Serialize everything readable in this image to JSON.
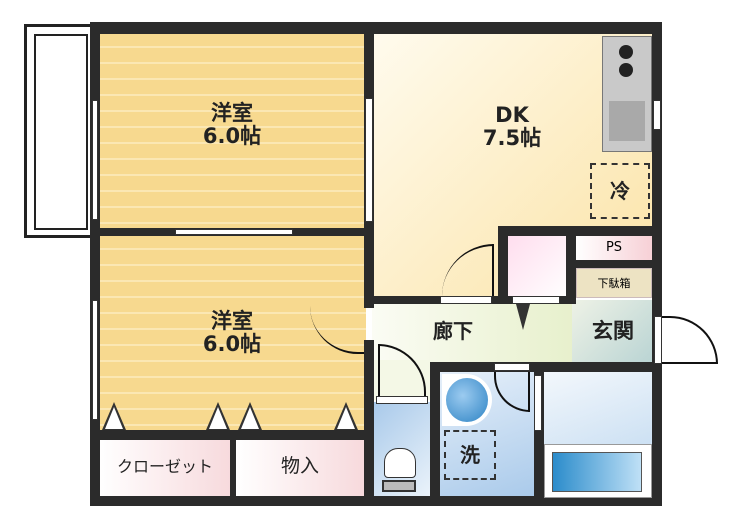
{
  "rooms": {
    "western_room_upper": {
      "name": "洋室",
      "size": "6.0帖"
    },
    "western_room_lower": {
      "name": "洋室",
      "size": "6.0帖"
    },
    "dk": {
      "name": "DK",
      "size": "7.5帖"
    },
    "hallway": "廊下",
    "entrance": "玄関",
    "closet": "クローゼット",
    "storage": "物入",
    "pipe_space": "PS",
    "shoe_box": "下駄箱",
    "refrigerator": "冷",
    "washer": "洗"
  },
  "colors": {
    "wall": "#2b2b2b",
    "western_room": "#f7d98f",
    "dk": "#fdf0cc",
    "hallway": "#eef4dc",
    "wet_area": "#b9d5ef",
    "closet": "#f7d9dc"
  }
}
